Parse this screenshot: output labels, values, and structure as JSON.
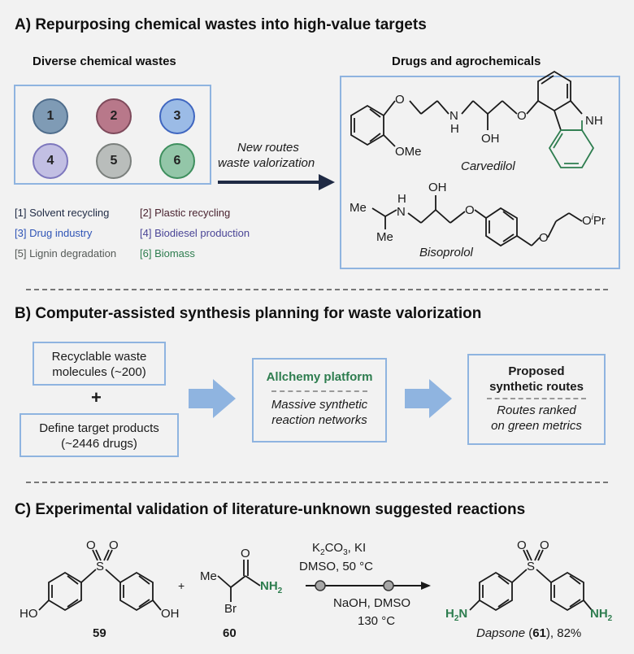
{
  "sectionA": {
    "title": "A) Repurposing chemical wastes into high-value targets",
    "wastes_heading": "Diverse chemical wastes",
    "targets_heading": "Drugs and agrochemicals",
    "circles": [
      {
        "label": "1",
        "fill": "#7f9bb5",
        "stroke": "#4f6d8c"
      },
      {
        "label": "2",
        "fill": "#b8788a",
        "stroke": "#7e4a5b"
      },
      {
        "label": "3",
        "fill": "#9bbbe6",
        "stroke": "#3f66c0"
      },
      {
        "label": "4",
        "fill": "#c2bfe3",
        "stroke": "#7d77bd"
      },
      {
        "label": "5",
        "fill": "#b9bdbb",
        "stroke": "#7a7f7c"
      },
      {
        "label": "6",
        "fill": "#93c6a8",
        "stroke": "#3e8f5e"
      }
    ],
    "legend": [
      {
        "text": "[1] Solvent recycling",
        "color": "#1f2a44"
      },
      {
        "text": "[2] Plastic recycling",
        "color": "#4a2430"
      },
      {
        "text": "[3] Drug industry",
        "color": "#2f54b6"
      },
      {
        "text": "[4] Biodiesel production",
        "color": "#4a4596"
      },
      {
        "text": "[5] Lignin degradation",
        "color": "#555a57"
      },
      {
        "text": "[6] Biomass",
        "color": "#2e7d4f"
      }
    ],
    "arrow_label_1": "New routes",
    "arrow_label_2": "waste valorization",
    "carvedilol": {
      "name": "Carvedilol",
      "ome": "OMe",
      "o1": "O",
      "n": "N",
      "h": "H",
      "oh": "OH",
      "o2": "O",
      "nh": "NH"
    },
    "bisoprolol": {
      "name": "Bisoprolol",
      "me1": "Me",
      "me2": "Me",
      "n": "N",
      "h": "H",
      "oh": "OH",
      "o1": "O",
      "o2": "O",
      "oipr": "O",
      "ipr_i": "i",
      "ipr_pr": "Pr"
    }
  },
  "sectionB": {
    "title": "B) Computer-assisted synthesis planning for waste valorization",
    "waste_line1": "Recyclable waste",
    "waste_line2": "molecules (~200)",
    "plus": "+",
    "target_line1": "Define target products",
    "target_line2": "(~2446 drugs)",
    "platform_title": "Allchemy platform",
    "platform_line1": "Massive synthetic",
    "platform_line2": "reaction networks",
    "routes_title1": "Proposed",
    "routes_title2": "synthetic routes",
    "routes_line1": "Routes ranked",
    "routes_line2": "on green metrics"
  },
  "sectionC": {
    "title": "C) Experimental validation of literature-unknown suggested reactions",
    "plus": "+",
    "c59": "59",
    "c60": "60",
    "ho1": "HO",
    "oh1": "OH",
    "s": "S",
    "o_top1": "O",
    "o_top2": "O",
    "me": "Me",
    "br": "Br",
    "o_amide": "O",
    "nh2_amide": "NH",
    "nh2_sub": "2",
    "cond1_a": "K",
    "cond1_sub": "2",
    "cond1_b": "CO",
    "cond1_sub2": "3",
    "cond1_c": ", KI",
    "cond2": "DMSO, 50 °C",
    "cond3": "NaOH, DMSO",
    "cond4": "130 °C",
    "h2n": "H",
    "h2n_sub": "2",
    "h2n_n": "N",
    "nh2_prod": "NH",
    "nh2_prod_sub": "2",
    "product_name": "Dapsone",
    "product_num": "61",
    "product_yield": "), 82%",
    "product_open": " ("
  }
}
